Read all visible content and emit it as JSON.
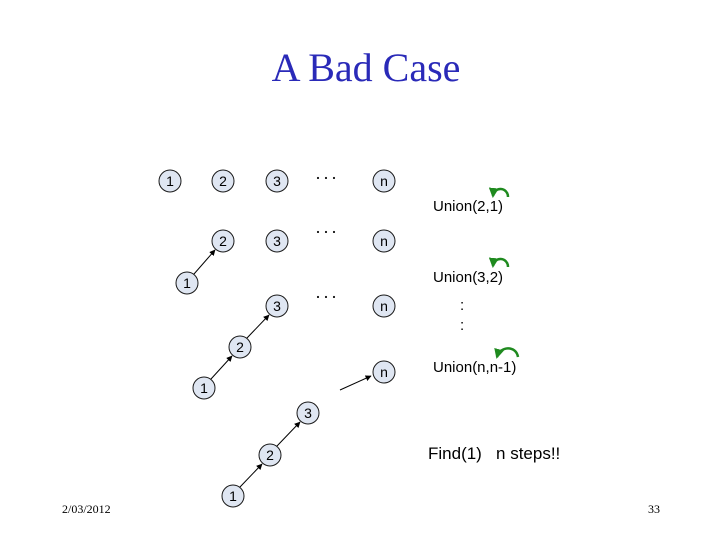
{
  "title": "A Bad Case",
  "nodes": {
    "row1": [
      "1",
      "2",
      "3",
      "n"
    ],
    "row2": [
      "2",
      "3",
      "n",
      "1"
    ],
    "row3": [
      "3",
      "n",
      "2",
      "1"
    ],
    "row4": [
      "n",
      "3",
      "2",
      "1"
    ]
  },
  "ellipsis": "···",
  "operations": [
    "Union(2,1)",
    "Union(3,2)",
    "Union(n,n-1)"
  ],
  "vertical_ellipsis": [
    ":",
    ":"
  ],
  "find_text": "Find(1)   n steps!!",
  "footer": {
    "date": "2/03/2012",
    "page": "33"
  },
  "colors": {
    "title": "#2a2ab8",
    "node_fill": "#dfe6f2",
    "undo_arrow": "#1f8a1f"
  },
  "icons": {
    "union_arrow": "curved-undo-arrow-icon"
  }
}
